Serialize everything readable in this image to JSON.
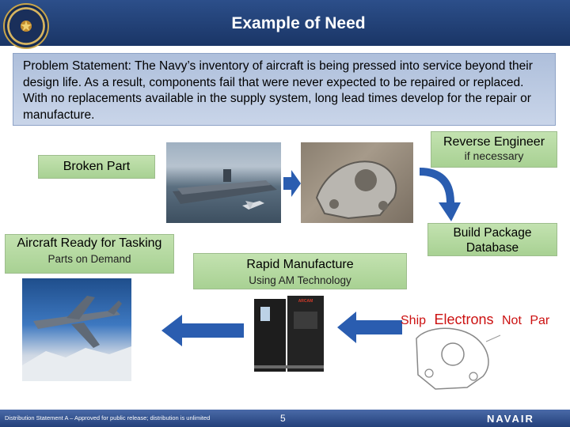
{
  "slide": {
    "title": "Example of Need",
    "problem_statement": "Problem Statement: The Navy’s inventory of aircraft is being pressed into service beyond their design life. As a result, components fail that were never expected to be repaired or replaced. With no replacements available in the supply system, long lead times develop for the repair or manufacture."
  },
  "steps": {
    "broken_part": {
      "label": "Broken Part"
    },
    "reverse_engineer": {
      "label": "Reverse Engineer",
      "sub": "if necessary"
    },
    "build_package": {
      "label": "Build Package Database"
    },
    "rapid_manufacture": {
      "label": "Rapid Manufacture",
      "sub": "Using AM Technology"
    },
    "aircraft_ready": {
      "label": "Aircraft Ready for Tasking",
      "sub": "Parts on Demand"
    }
  },
  "ship_electrons": {
    "word1": "Ship",
    "word2": "Electrons",
    "word3": "Not",
    "word4": "Par"
  },
  "machine_brand": "ARCAM",
  "footer": {
    "distribution": "Distribution Statement A – Approved for public release; distribution is unlimited",
    "page_number": "5",
    "brand": "NAVAIR"
  },
  "colors": {
    "header": "#1a3566",
    "step_box": "#b6dba2",
    "problem_box": "#bccae2",
    "arrow": "#2a5db0",
    "ship_electrons": "#cc1111"
  },
  "icons": [
    "navy-seal-icon",
    "right-arrow-icon",
    "curved-arrow-icon",
    "left-arrow-icon"
  ]
}
